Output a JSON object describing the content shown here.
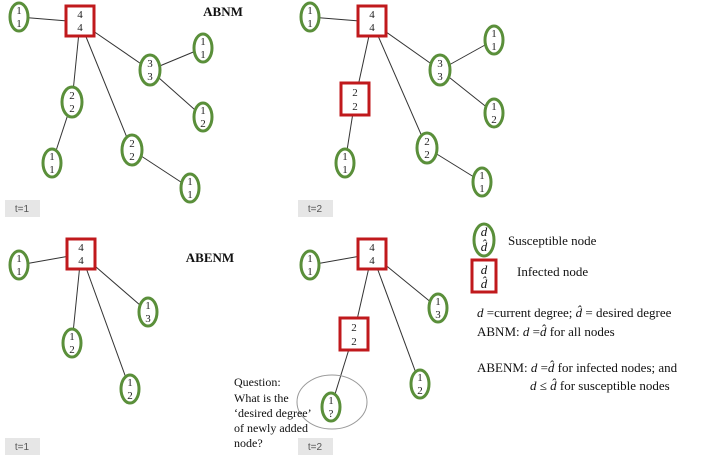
{
  "titles": {
    "abnm": "ABNM",
    "abenm": "ABENM"
  },
  "time_labels": {
    "p1": "t=1",
    "p2": "t=2",
    "p3": "t=1",
    "p4": "t=2"
  },
  "question": {
    "line1": "Question:",
    "line2": "What is the",
    "line3": "‘desired degree’",
    "line4": "of newly added",
    "line5": "node?"
  },
  "nodes": {
    "p1": {
      "a": [
        "1",
        "1"
      ],
      "hub": [
        "4",
        "4"
      ],
      "b": [
        "3",
        "3"
      ],
      "c": [
        "1",
        "1"
      ],
      "d": [
        "1",
        "2"
      ],
      "e": [
        "2",
        "2"
      ],
      "f": [
        "1",
        "1"
      ],
      "g": [
        "2",
        "2"
      ],
      "h": [
        "1",
        "1"
      ]
    },
    "p2": {
      "a": [
        "1",
        "1"
      ],
      "hub": [
        "4",
        "4"
      ],
      "b": [
        "3",
        "3"
      ],
      "c": [
        "1",
        "1"
      ],
      "d": [
        "1",
        "2"
      ],
      "e": [
        "2",
        "2"
      ],
      "f": [
        "1",
        "1"
      ],
      "g": [
        "2",
        "2"
      ],
      "h": [
        "1",
        "1"
      ]
    },
    "p3": {
      "a": [
        "1",
        "1"
      ],
      "hub": [
        "4",
        "4"
      ],
      "c": [
        "1",
        "3"
      ],
      "e": [
        "1",
        "2"
      ],
      "g": [
        "1",
        "2"
      ]
    },
    "p4": {
      "a": [
        "1",
        "1"
      ],
      "hub": [
        "4",
        "4"
      ],
      "c": [
        "1",
        "3"
      ],
      "e": [
        "2",
        "2"
      ],
      "f": [
        "1",
        "?"
      ],
      "g": [
        "1",
        "2"
      ]
    }
  },
  "legend": {
    "node_top": "d",
    "node_bottom": "d̂",
    "susceptible": "Susceptible node",
    "infected": "Infected node",
    "defn_d": "d",
    "defn_mid": " =current degree; ",
    "defn_dhat": "d̂",
    "defn_tail": " = desired degree",
    "abnm_prefix": "ABNM: ",
    "abnm_d": "d",
    "abnm_eq": " =",
    "abnm_dhat": "d̂",
    "abnm_tail": " for all nodes",
    "abenm_prefix": "ABENM: ",
    "abenm_d": "d",
    "abenm_eq": " =",
    "abenm_dhat": "d̂",
    "abenm_tail": " for infected nodes; and",
    "abenm2_d": "d",
    "abenm2_le": " ≤ ",
    "abenm2_dhat": "d̂",
    "abenm2_tail": " for susceptible nodes"
  },
  "colors": {
    "susceptible_stroke": "#5a8f3a",
    "infected_stroke": "#c0191c",
    "edge": "#333333",
    "badge": "#e6e6e6"
  }
}
